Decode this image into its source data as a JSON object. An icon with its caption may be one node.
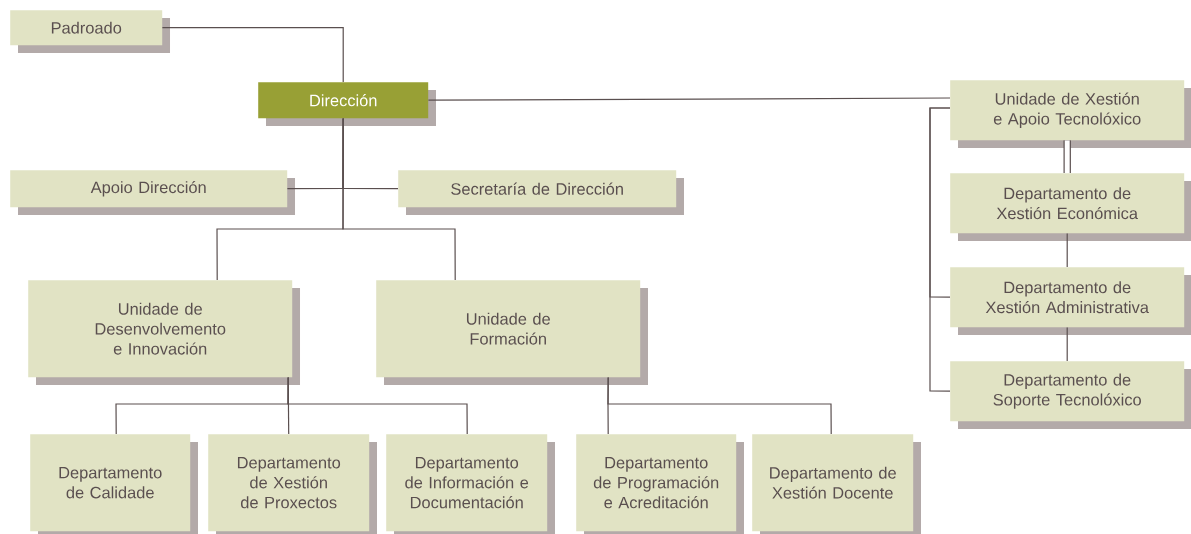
{
  "diagram": {
    "nodes": [
      {
        "text": [
          "Padroado"
        ]
      },
      {
        "text": [
          "Dirección"
        ]
      },
      {
        "text": [
          "Unidade de Xestión e Apoio Tecnolóxico"
        ]
      },
      {
        "text": [
          "Departamento de Xestión Económica"
        ]
      },
      {
        "text": [
          "Departamento de Xestión Administrativa"
        ]
      },
      {
        "text": [
          "Departamento de Soporte Tecnolóxico"
        ]
      },
      {
        "text": [
          "Apoio Dirección"
        ]
      },
      {
        "text": [
          "Secretaría de Dirección"
        ]
      },
      {
        "text": [
          "Unidade de Desenvolvemento e Innovación"
        ]
      },
      {
        "text": [
          "Unidade de Formación"
        ]
      },
      {
        "text": [
          "Departamento de Calidade"
        ]
      },
      {
        "text": [
          "Departamento de Xestión de Proxectos"
        ]
      },
      {
        "text": [
          "Departamento de Información e Documentación"
        ]
      },
      {
        "text": [
          "Departamento de Programación e Acreditación"
        ]
      },
      {
        "text": [
          "Departamento de Xestión Docente"
        ]
      }
    ],
    "edges": [
      {
        "from": 0,
        "to": 1,
        "arrow": "none"
      },
      {
        "from": 1,
        "to": 2,
        "arrow": "none"
      },
      {
        "from": 2,
        "to": 3,
        "arrow": "none",
        "style": "thick"
      },
      {
        "from": 3,
        "to": 4,
        "arrow": "none"
      },
      {
        "from": 4,
        "to": 5,
        "arrow": "none"
      },
      {
        "from": 2,
        "to": 4,
        "arrow": "none"
      },
      {
        "from": 2,
        "to": 5,
        "arrow": "none"
      },
      {
        "from": 1,
        "to": 6,
        "arrow": "none"
      },
      {
        "from": 1,
        "to": 7,
        "arrow": "none"
      },
      {
        "from": 1,
        "to": 8,
        "arrow": "none"
      },
      {
        "from": 1,
        "to": 9,
        "arrow": "none"
      },
      {
        "from": 8,
        "to": 10,
        "arrow": "none"
      },
      {
        "from": 8,
        "to": 11,
        "arrow": "none"
      },
      {
        "from": 8,
        "to": 12,
        "arrow": "none"
      },
      {
        "from": 9,
        "to": 13,
        "arrow": "none"
      },
      {
        "from": 9,
        "to": 14,
        "arrow": "none"
      }
    ]
  }
}
